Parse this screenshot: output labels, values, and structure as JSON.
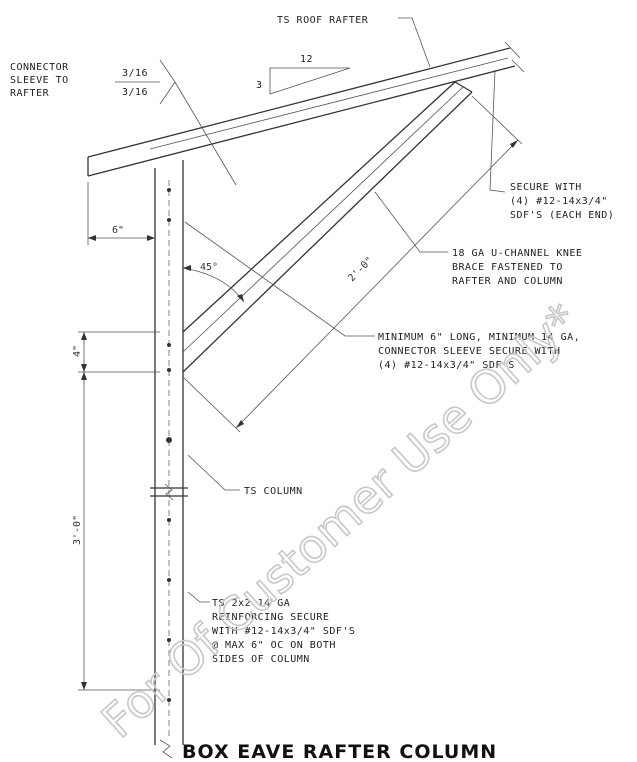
{
  "title": "BOX EAVE RAFTER COLUMN",
  "watermark": "For Of Customer Use Only*",
  "slope": {
    "run": "12",
    "rise": "3"
  },
  "weld": {
    "label_lines": [
      "CONNECTOR",
      "SLEEVE TO",
      "RAFTER"
    ],
    "top": "3/16",
    "bottom": "3/16"
  },
  "callouts": {
    "roof_rafter": "TS ROOF RAFTER",
    "secure_with": [
      "SECURE WITH",
      "(4) #12-14x3/4\"",
      "SDF'S (EACH END)"
    ],
    "knee_brace": [
      "18 GA U-CHANNEL KNEE",
      "BRACE FASTENED TO",
      "RAFTER AND COLUMN"
    ],
    "connector_sleeve": [
      "MINIMUM 6\" LONG, MINIMUM 14 GA,",
      "CONNECTOR SLEEVE SECURE WITH",
      "(4) #12-14x3/4\" SDF'S"
    ],
    "column": "TS COLUMN",
    "reinforcing": [
      "TS 2x2 14 GA",
      "REINFORCING SECURE",
      "WITH #12-14x3/4\" SDF'S",
      "@ MAX 6\" OC ON BOTH",
      "SIDES OF COLUMN"
    ]
  },
  "dimensions": {
    "six_inch": "6\"",
    "angle": "45°",
    "brace_length": "2'-0\"",
    "four_inch": "4\"",
    "three_ft": "3'-0\""
  }
}
